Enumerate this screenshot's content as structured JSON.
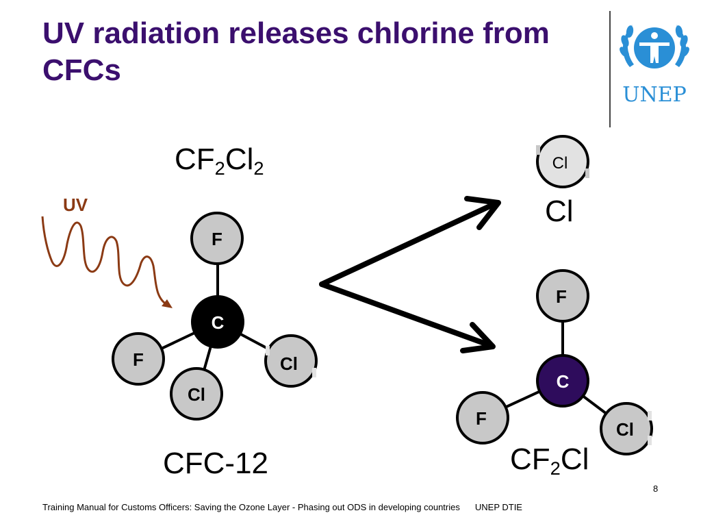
{
  "title": "UV radiation releases chlorine from CFCs",
  "logo": {
    "text": "UNEP"
  },
  "uv_label": "UV",
  "formula_top": {
    "a": "CF",
    "sub1": "2",
    "b": "Cl",
    "sub2": "2"
  },
  "name_left": "CFC-12",
  "formula_bottom_right": {
    "a": "CF",
    "sub1": "2",
    "b": "Cl"
  },
  "chlorine_label": "Cl",
  "molecule_left": {
    "center": "C",
    "top": "F",
    "left": "F",
    "bottom": "Cl",
    "right": "Cl"
  },
  "molecule_right": {
    "center": "C",
    "top": "F",
    "left": "F",
    "right": "Cl"
  },
  "free_atom": "Cl",
  "page_number": "8",
  "footer": {
    "text": "Training Manual for Customs Officers: Saving the Ozone Layer - Phasing out ODS in developing countries",
    "org": "UNEP DTIE"
  },
  "colors": {
    "title": "#3b0f6e",
    "uv_wave": "#8b3a14",
    "carbon_left": "#000000",
    "carbon_right": "#2e0c5c",
    "atom_gray": "#c8c8c8",
    "atom_light": "#e2e2e2",
    "logo_blue": "#2a8fd6"
  }
}
